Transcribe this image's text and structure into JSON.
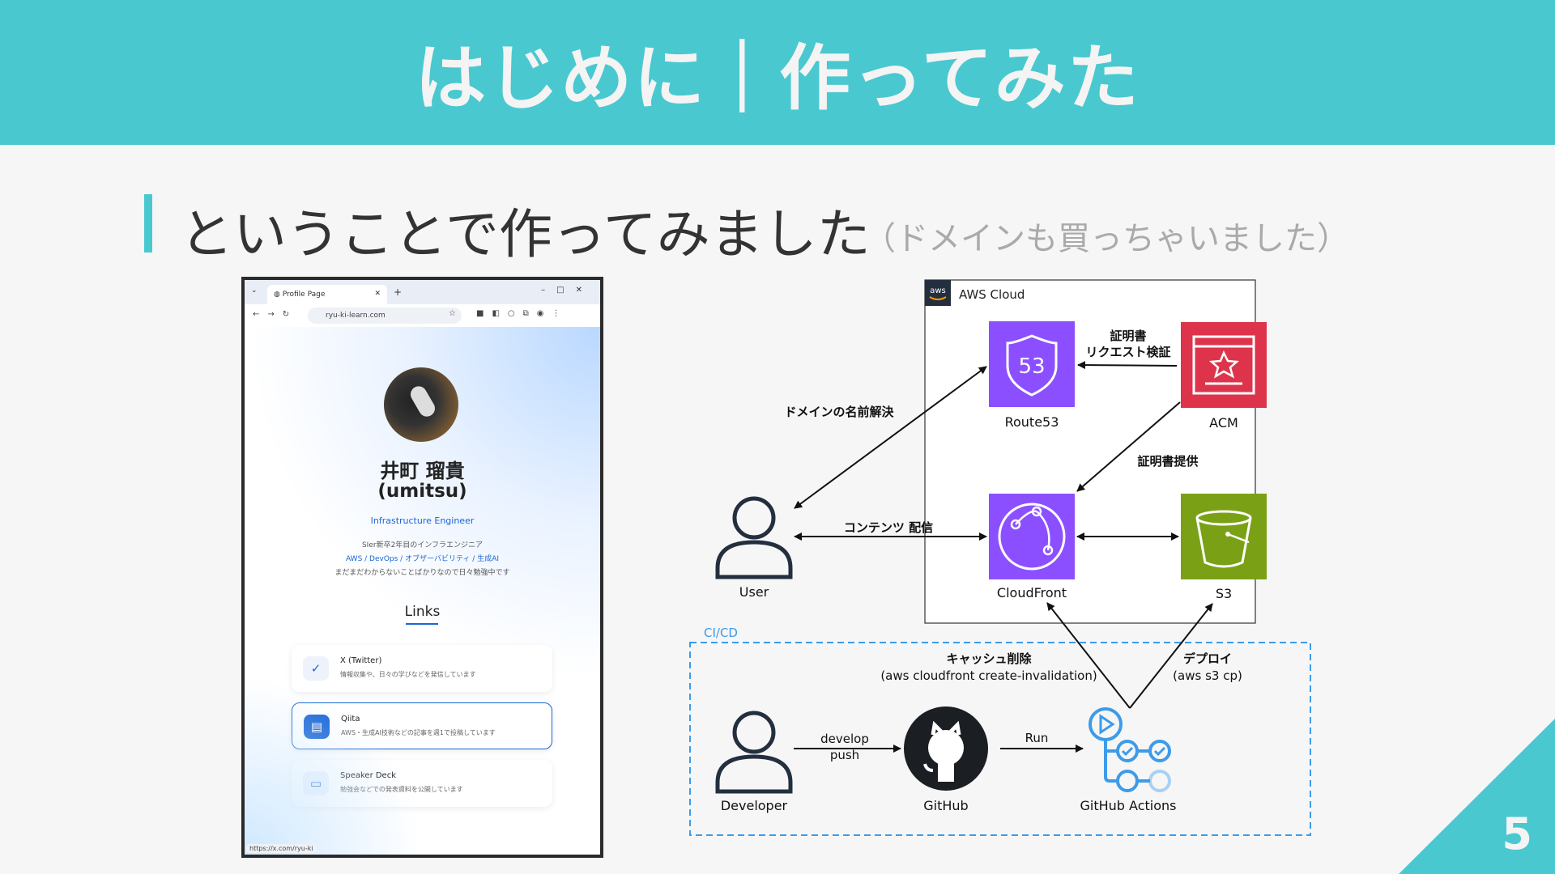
{
  "header": {
    "title": "はじめに｜作ってみた"
  },
  "subtitle": {
    "main": "ということで作ってみました",
    "note": "（ドメインも買っちゃいました）"
  },
  "browser": {
    "tab_title": "Profile Page",
    "url": "ryu-ki-learn.com",
    "status_url": "https://x.com/ryu-ki",
    "profile": {
      "name": "井町 瑠貴",
      "handle": "(umitsu)",
      "role": "Infrastructure Engineer",
      "desc1": "SIer新卒2年目のインフラエンジニア",
      "tags": "AWS / DevOps / オブザーバビリティ / 生成AI",
      "desc2": "まだまだわからないことばかりなので日々勉強中です"
    },
    "links_heading": "Links",
    "links": [
      {
        "title": "X (Twitter)",
        "desc": "情報収集や、日々の学びなどを発信しています",
        "icon": "twitter-icon"
      },
      {
        "title": "Qiita",
        "desc": "AWS・生成AI技術などの記事を週1で投稿しています",
        "icon": "document-icon"
      },
      {
        "title": "Speaker Deck",
        "desc": "勉強会などでの発表資料を公開しています",
        "icon": "monitor-icon"
      }
    ]
  },
  "diagram": {
    "aws_cloud": "AWS Cloud",
    "aws_logo": "aws",
    "route53": "Route53",
    "route53_badge": "53",
    "acm": "ACM",
    "cloudfront": "CloudFront",
    "s3": "S3",
    "user": "User",
    "cicd": "CI/CD",
    "developer": "Developer",
    "github": "GitHub",
    "github_actions": "GitHub Actions",
    "cert_request_1": "証明書",
    "cert_request_2": "リクエスト検証",
    "dns_resolve": "ドメインの名前解決",
    "cert_provide": "証明書提供",
    "content_delivery": "コンテンツ 配信",
    "cache_delete_1": "キャッシュ削除",
    "cache_delete_2": "(aws cloudfront create-invalidation)",
    "deploy_1": "デプロイ",
    "deploy_2": "(aws s3 cp)",
    "develop_1": "develop",
    "develop_2": "push",
    "run": "Run"
  },
  "page_number": "5",
  "colors": {
    "accent": "#4ac8d0",
    "route53": "#8c4fff",
    "acm": "#dd344c",
    "s3": "#7aa116",
    "cicd": "#3d9be9"
  }
}
